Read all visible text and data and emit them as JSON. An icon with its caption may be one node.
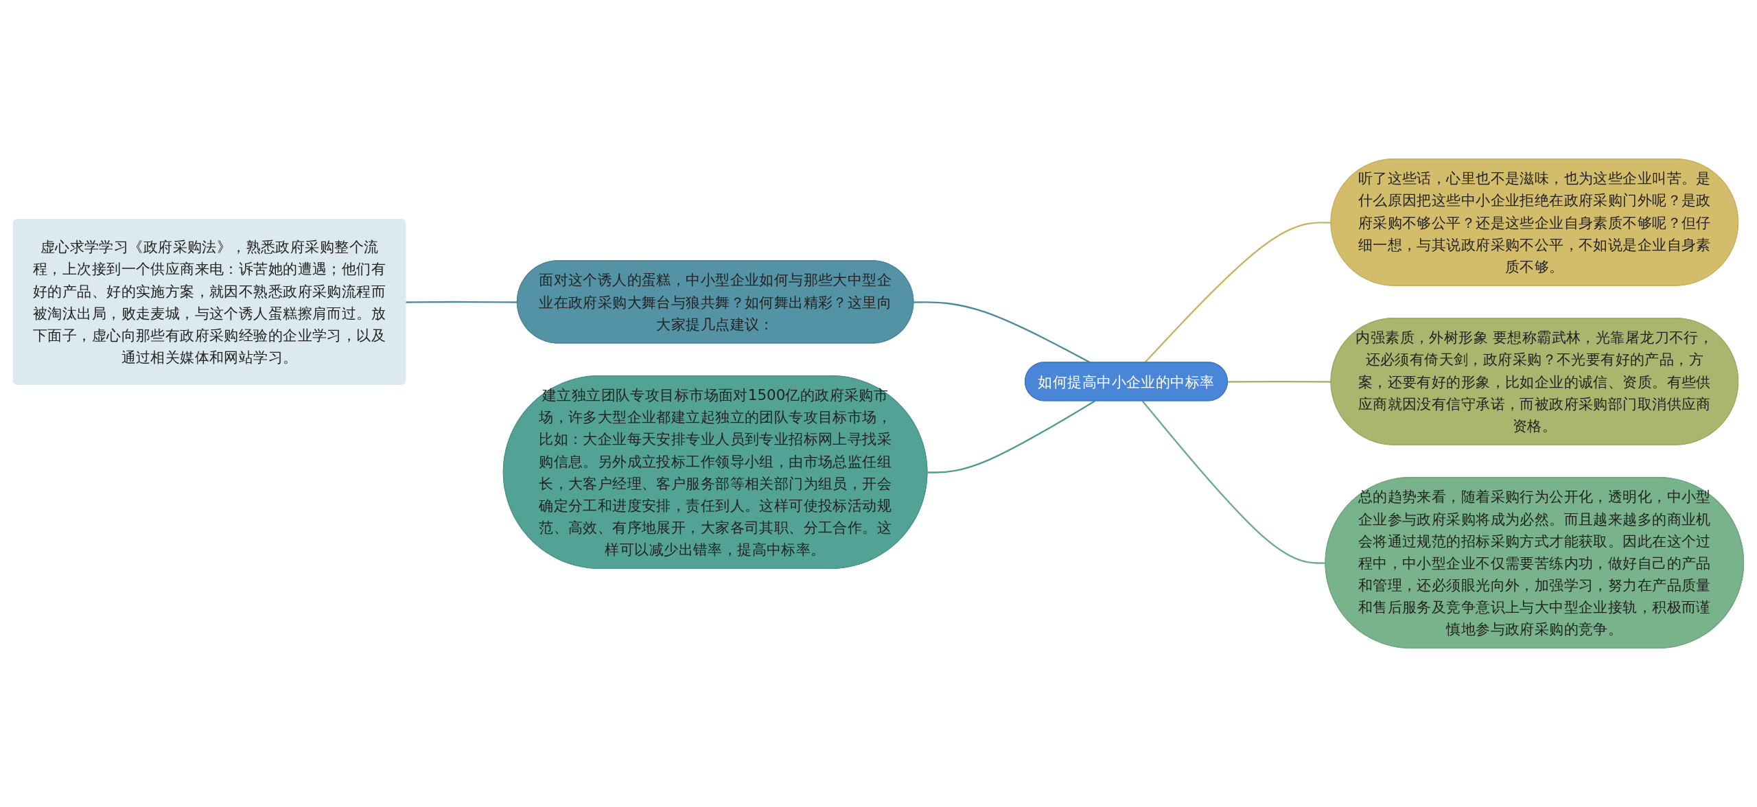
{
  "diagram": {
    "nodes": [
      {
        "text": [
          "如何提高中小企业的中标率"
        ]
      },
      {
        "text": [
          "面对这个诱人的蛋糕，中小型企业如何与那些大中型企业在政府采购大舞台与狼共舞？如何舞出精彩？这里向大家提几点建议："
        ]
      },
      {
        "text": [
          "虚心求学学习《政府采购法》，熟悉政府采购整个流程，上次接到一个供应商来电：诉苦她的遭遇；他们有好的产品、好的实施方案，就因不熟悉政府采购流程而被淘汰出局，败走麦城，与这个诱人蛋糕擦肩而过。放下面子，虚心向那些有政府采购经验的企业学习，以及通过相关媒体和网站学习。"
        ]
      },
      {
        "text": [
          "建立独立团队专攻目标市场面对1500亿的政府采购市场，许多大型企业都建立起独立的团队专攻目标市场，比如：大企业每天安排专业人员到专业招标网上寻找采购信息。另外成立投标工作领导小组，由市场总监任组长，大客户经理、客户服务部等相关部门为组员，开会确定分工和进度安排，责任到人。这样可使投标活动规范、高效、有序地展开，大家各司其职、分工合作。这样可以减少出错率，提高中标率。"
        ]
      },
      {
        "text": [
          "听了这些话，心里也不是滋味，也为这些企业叫苦。是什么原因把这些中小企业拒绝在政府采购门外呢？是政府采购不够公平？还是这些企业自身素质不够呢？但仔细一想，与其说政府采购不公平，不如说是企业自身素质不够。"
        ]
      },
      {
        "text": [
          "内强素质，外树形象 要想称霸武林，光靠屠龙刀不行，还必须有倚天剑，政府采购？不光要有好的产品，方案，还要有好的形象，比如企业的诚信、资质。有些供应商就因没有信守承诺，而被政府采购部门取消供应商资格。"
        ]
      },
      {
        "text": [
          "总的趋势来看，随着采购行为公开化，透明化，中小型企业参与政府采购将成为必然。而且越来越多的商业机会将通过规范的招标采购方式才能获取。因此在这个过程中，中小型企业不仅需要苦练内功，做好自己的产品和管理，还必须眼光向外，加强学习，努力在产品质量和售后服务及竞争意识上与大中型企业接轨，积极而谨慎地参与政府采购的竞争。"
        ]
      }
    ],
    "edges": [
      {
        "from": 0,
        "to": 1,
        "arrow": "none",
        "color": "#4f8a9c"
      },
      {
        "from": 1,
        "to": 2,
        "arrow": "none",
        "color": "#4f8a9c"
      },
      {
        "from": 0,
        "to": 3,
        "arrow": "none",
        "color": "#4e9c8f"
      },
      {
        "from": 0,
        "to": 4,
        "arrow": "none",
        "color": "#c9b465"
      },
      {
        "from": 0,
        "to": 5,
        "arrow": "none",
        "color": "#a3b066"
      },
      {
        "from": 0,
        "to": 6,
        "arrow": "none",
        "color": "#6fab85"
      }
    ]
  }
}
